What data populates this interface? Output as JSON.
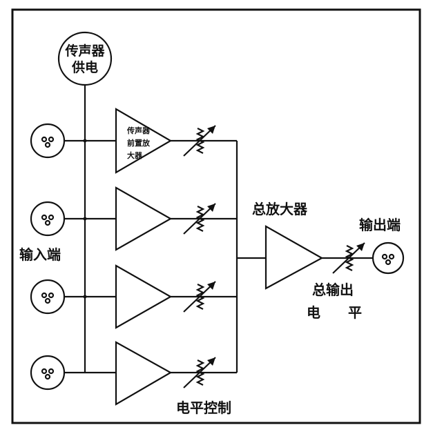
{
  "labels": {
    "mic_power_line1": "传声器",
    "mic_power_line2": "供电",
    "preamp_line1": "传声器",
    "preamp_line2": "前置放",
    "preamp_line3": "大器",
    "input": "输入端",
    "master_amp": "总放大器",
    "output": "输出端",
    "master_level_line1": "总输出",
    "master_level_line2a": "电",
    "master_level_line2b": "平",
    "level_control": "电平控制"
  }
}
